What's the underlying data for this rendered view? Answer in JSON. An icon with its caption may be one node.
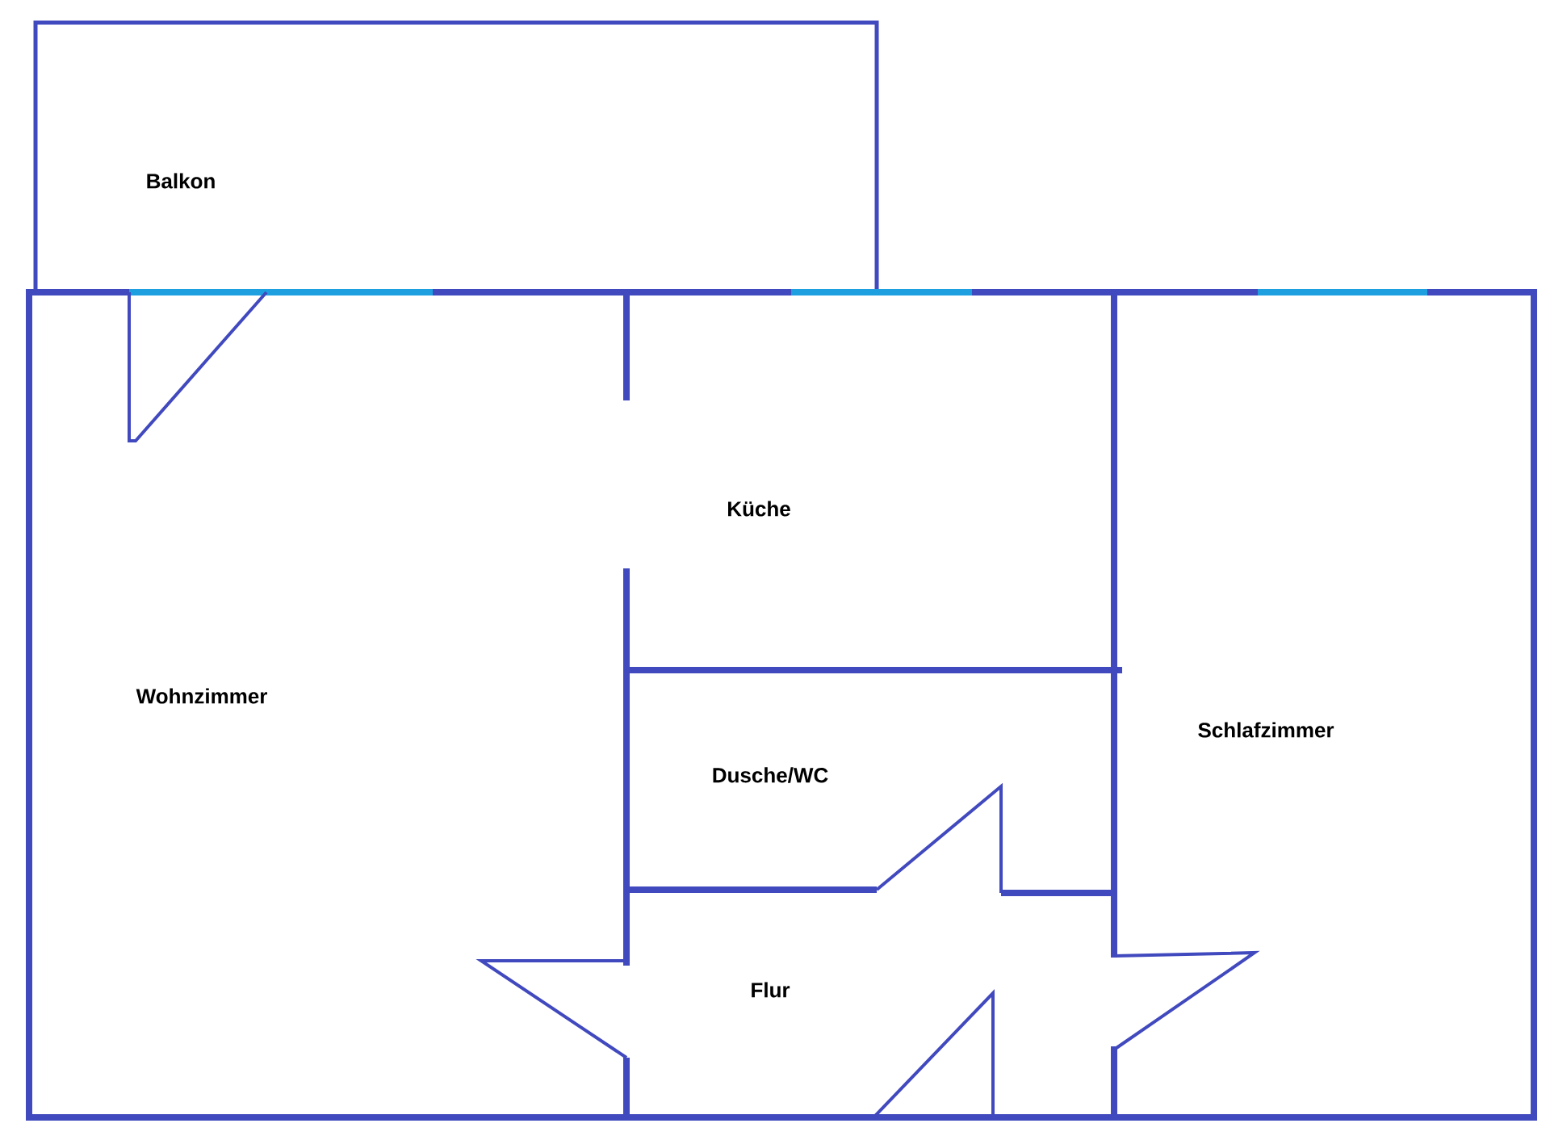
{
  "diagram": {
    "labels": [
      "Balkon",
      "Küche",
      "Wohnzimmer",
      "Dusche/WC",
      "Schlafzimmer",
      "Flur"
    ]
  }
}
